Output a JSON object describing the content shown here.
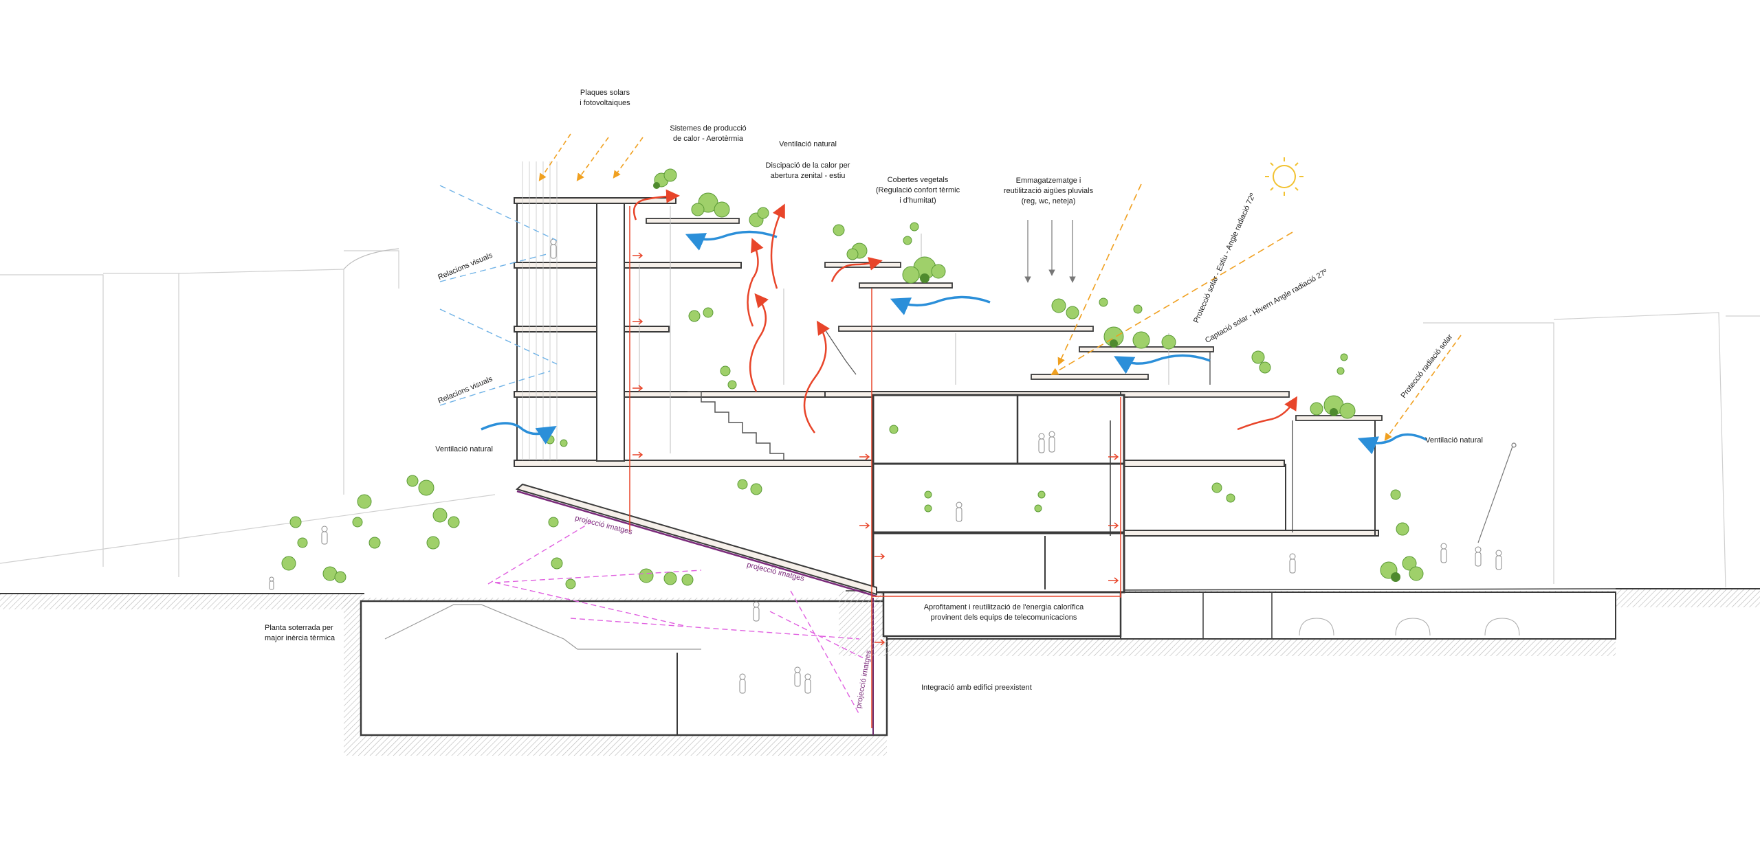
{
  "labels": {
    "solar_panels": "Plaques solars\ni fotovoltaiques",
    "heat_production": "Sistemes de producció\nde calor - Aerotèrmia",
    "natural_ventilation_top": "Ventilació natural",
    "heat_dissipation": "Discipació de la calor per\nabertura zenital - estiu",
    "green_roofs": "Cobertes vegetals\n(Regulació confort tèrmic\ni d'humitat)",
    "rainwater": "Emmagatzematge i\nreutilització aigües pluvials\n(reg, wc, neteja)",
    "visual_relations_1": "Relacions visuals",
    "visual_relations_2": "Relacions visuals",
    "natural_ventilation_left": "Ventilació natural",
    "natural_ventilation_right": "Ventilació natural",
    "solar_protection_summer": "Protecció solar - Estiu - Angle radiació 72º",
    "solar_capture_winter": "Captació solar - Hivern Angle radiació 27º",
    "solar_radiation_protection": "Protecció radiació solar",
    "projection_1": "projecció imatges",
    "projection_2": "projecció imatges",
    "projection_3": "projecció imatges",
    "underground": "Planta soterrada per\nmajor inèrcia tèrmica",
    "heat_reuse": "Aprofitament i reutilització de l'energia calorífica\nprovinent dels equips de telecomunicacions",
    "integration": "Integració amb edifici preexistent"
  },
  "colors": {
    "structure": "#3a3a3a",
    "light_line": "#b8b8b8",
    "sun": "#f2c231",
    "solar_ray": "#f0a020",
    "warm_air": "#e8452a",
    "cool_air": "#2b8fd9",
    "visual": "#6fb2e6",
    "projection": "#e060e0",
    "vegetation": "#8fc25a",
    "vegetation_dark": "#4f8a2e"
  },
  "icons": [
    "sun-icon",
    "tree-icon",
    "person-icon",
    "airflow-arrow-icon"
  ]
}
